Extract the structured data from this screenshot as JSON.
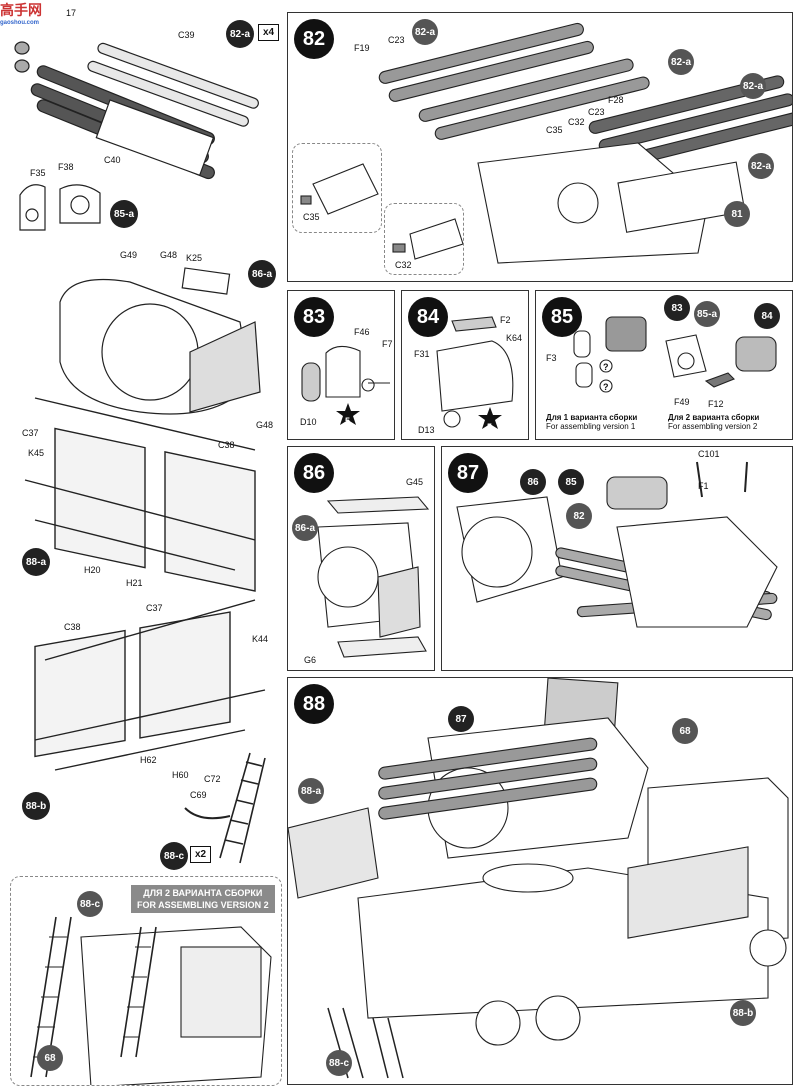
{
  "watermark": {
    "text": "高手网",
    "sub": "gaoshou.com"
  },
  "steps": {
    "s82": "82",
    "s83": "83",
    "s84": "84",
    "s85": "85",
    "s86": "86",
    "s87": "87",
    "s88": "88"
  },
  "subassemblies": {
    "a82": "82-a",
    "a85": "85-a",
    "a86": "86-a",
    "a88a": "88-a",
    "a88b": "88-b",
    "a88c": "88-c"
  },
  "multipliers": {
    "m82a": "x4",
    "m88c": "x2"
  },
  "parts_left": {
    "p17": "17",
    "c39": "C39",
    "c40": "C40",
    "f35": "F35",
    "f38": "F38",
    "g49": "G49",
    "g48a": "G48",
    "k25": "K25",
    "g48b": "G48",
    "c37a": "C37",
    "k45": "K45",
    "c38a": "C38",
    "h20": "H20",
    "h21": "H21",
    "c37b": "C37",
    "c38b": "C38",
    "k44": "K44",
    "h62": "H62",
    "h60": "H60",
    "c72": "C72",
    "c69": "C69"
  },
  "panel82": {
    "f19": "F19",
    "c23a": "C23",
    "c35a": "C35",
    "c32a": "C32",
    "c23b": "C23",
    "f28": "F28",
    "c35b": "C35",
    "c32b": "C32",
    "ref82a1": "82-a",
    "ref82a2": "82-a",
    "ref82a3": "82-a",
    "ref82a4": "82-a",
    "ref81": "81"
  },
  "panel83": {
    "f46": "F46",
    "f7": "F7",
    "d10": "D10",
    "star": "5"
  },
  "panel84": {
    "f2": "F2",
    "f31": "F31",
    "k64": "K64",
    "d13": "D13",
    "star": "5"
  },
  "panel85": {
    "f3": "F3",
    "f49": "F49",
    "f12": "F12",
    "ref83": "83",
    "ref85a": "85-a",
    "ref84": "84",
    "v1_ru": "Для 1 варианта сборки",
    "v1_en": "For assembling version 1",
    "v2_ru": "Для 2 варианта сборки",
    "v2_en": "For assembling version 2"
  },
  "panel86": {
    "g45": "G45",
    "g6": "G6",
    "ref86a": "86-a"
  },
  "panel87": {
    "c101": "C101",
    "f1": "F1",
    "ref86": "86",
    "ref85": "85",
    "ref82": "82"
  },
  "panel88": {
    "ref87": "87",
    "ref68a": "68",
    "ref88a": "88-a",
    "ref88b": "88-b",
    "ref88c1": "88-c",
    "ref88c2": "88-c",
    "ref68b": "68",
    "banner_ru": "ДЛЯ 2 ВАРИАНТА СБОРКИ",
    "banner_en": "FOR ASSEMBLING VERSION 2"
  }
}
